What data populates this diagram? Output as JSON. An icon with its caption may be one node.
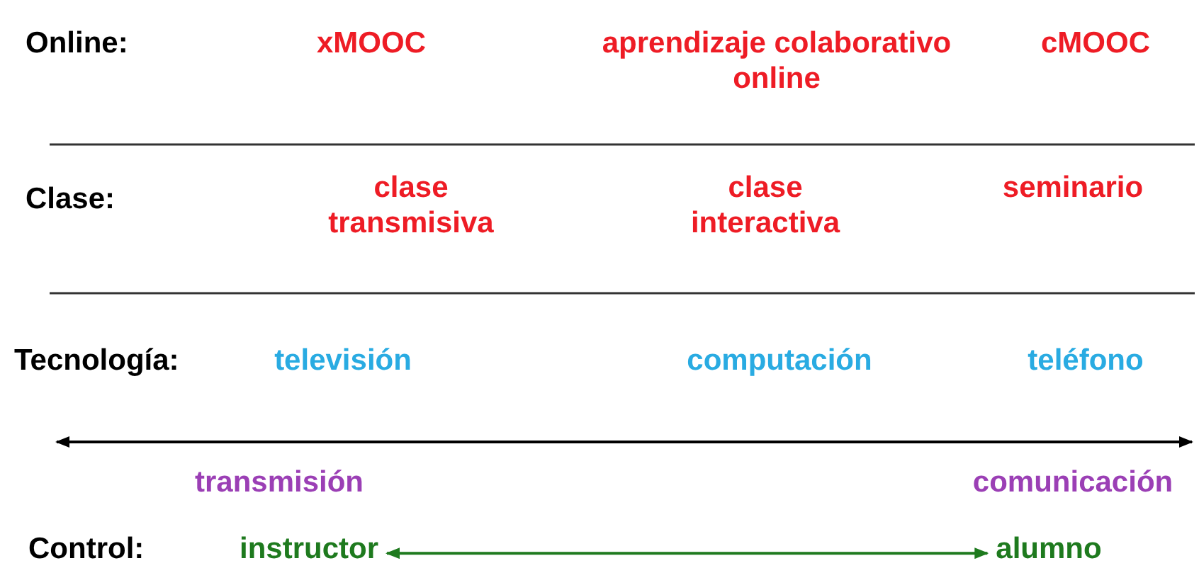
{
  "diagram": {
    "nodes": [
      {
        "text": [
          "instructor"
        ]
      },
      {
        "text": [
          "alumno"
        ]
      }
    ],
    "edges": [
      {
        "from": 0,
        "to": 1,
        "arrow": "both",
        "color": "#1e7a1e"
      }
    ],
    "labels": [
      "Online:",
      "xMOOC",
      "aprendizaje colaborativo online",
      "cMOOC",
      "Clase:",
      "clase transmisiva",
      "clase interactiva",
      "seminario",
      "Tecnología:",
      "televisión",
      "computación",
      "teléfono",
      "transmisión",
      "comunicación",
      "Control:"
    ]
  }
}
